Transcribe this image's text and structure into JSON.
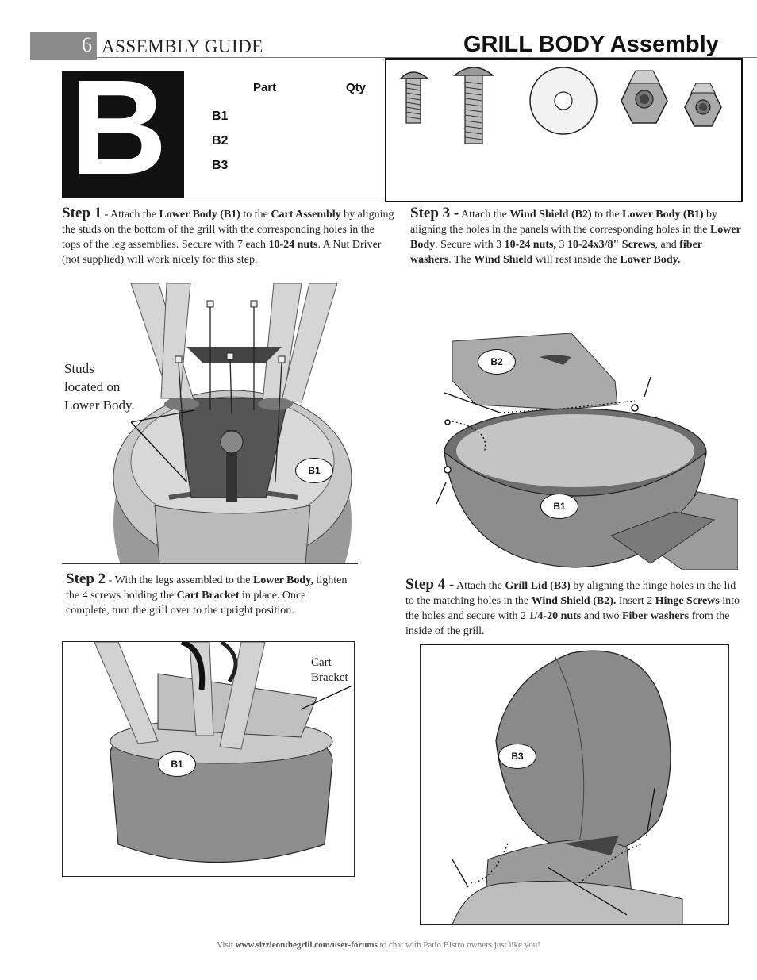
{
  "header": {
    "page_number": "6",
    "section": "ASSEMBLY GUIDE",
    "title": "GRILL BODY Assembly"
  },
  "parts_box": {
    "letter": "B",
    "col_part": "Part",
    "col_qty": "Qty",
    "parts": [
      "B1",
      "B2",
      "B3"
    ]
  },
  "hardware_icons": [
    "screw-short-icon",
    "screw-long-icon",
    "fiber-washer-icon",
    "nut-large-icon",
    "nut-small-icon"
  ],
  "step1": {
    "heading": "Step 1",
    "t1": " - Attach the ",
    "b1": "Lower Body (B1)",
    "t2": " to the ",
    "b2": "Cart Assembly",
    "t3": " by aligning the studs on the bottom of the grill with the corresponding holes in the tops of the leg assemblies. Secure with 7 each ",
    "b3": "10-24  nuts",
    "t4": ". A  Nut Driver (not supplied) will work nicely for this step.",
    "caption": "Studs located on Lower Body.",
    "label": "B1"
  },
  "step2": {
    "heading": "Step 2",
    "t1": " - With the legs assembled to the ",
    "b1": "Lower Body,",
    "t2": "  tighten the 4 screws holding the ",
    "b2": "Cart Bracket",
    "t3": " in place. Once complete, turn the grill over to the upright position.",
    "caption": "Cart Bracket",
    "label": "B1"
  },
  "step3": {
    "heading": "Step 3 -",
    "t1": " Attach the ",
    "b1": "Wind Shield (B2)",
    "t2": " to the ",
    "b2": "Lower Body (B1)",
    "t3": " by aligning the holes in the panels with the corresponding holes in the ",
    "b3": "Lower Body",
    "t4": ". Secure with 3 ",
    "b4": "10-24  nuts,",
    "t5": " 3 ",
    "b5": "10-24x3/8\" Screws",
    "t6": ", and ",
    "b6": "fiber washers",
    "t7": ". The ",
    "b7": "Wind Shield",
    "t8": " will rest inside the ",
    "b8": "Lower Body.",
    "label_top": "B2",
    "label_bottom": "B1"
  },
  "step4": {
    "heading": "Step 4 -",
    "t1": " Attach the ",
    "b1": "Grill Lid (B3)",
    "t2": " by aligning the hinge holes in the lid to the matching holes in the ",
    "b2": "Wind Shield (B2).",
    "t3": " Insert 2 ",
    "b3": "Hinge Screws",
    "t4": " into the holes and secure with 2 ",
    "b4": "1/4-20  nuts",
    "t5": " and two ",
    "b5": "Fiber washers",
    "t6": " from the inside of the grill.",
    "label": "B3"
  },
  "footer": {
    "t1": "Visit ",
    "link": "www.sizzleonthegrill.com/user-forums",
    "t2": " to chat with Patio Bistro    owners just like you!"
  }
}
